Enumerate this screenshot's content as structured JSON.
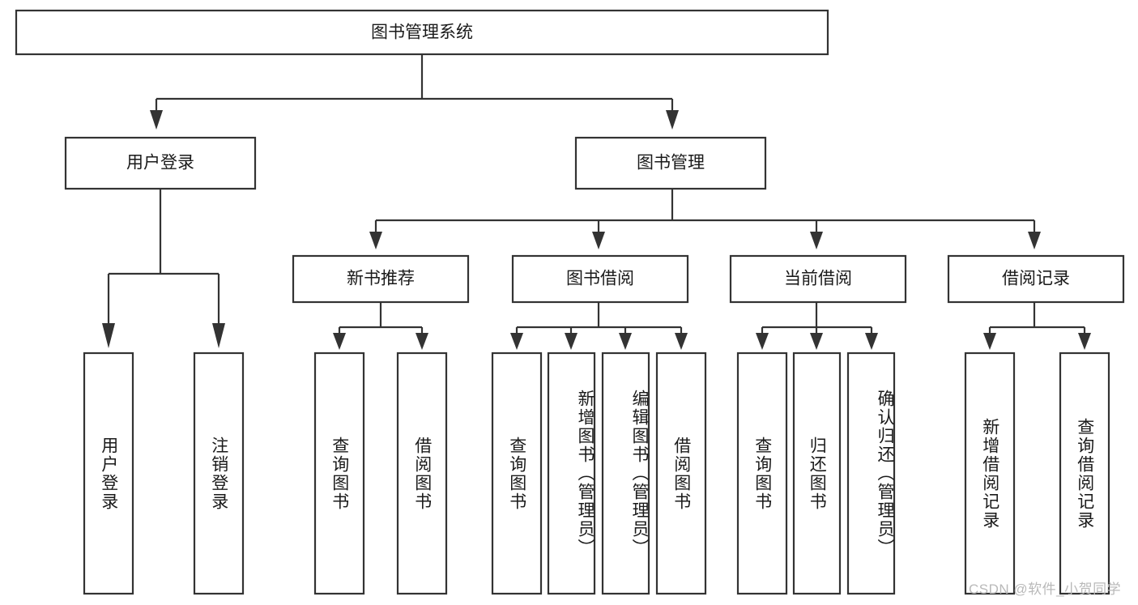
{
  "diagram": {
    "title": "图书管理系统",
    "type": "tree",
    "orientation": "top-down",
    "background_color": "#ffffff",
    "box_stroke_color": "#333333",
    "text_color": "#1a1a1a",
    "levels": [
      {
        "level": 1,
        "nodes": [
          {
            "id": "root",
            "label": "图书管理系统",
            "orientation": "horizontal"
          }
        ]
      },
      {
        "level": 2,
        "nodes": [
          {
            "id": "user-login",
            "label": "用户登录",
            "orientation": "horizontal",
            "parent": "root"
          },
          {
            "id": "book-manage",
            "label": "图书管理",
            "orientation": "horizontal",
            "parent": "root"
          }
        ]
      },
      {
        "level": 3,
        "nodes": [
          {
            "id": "new-book-rec",
            "label": "新书推荐",
            "orientation": "horizontal",
            "parent": "book-manage"
          },
          {
            "id": "book-borrow",
            "label": "图书借阅",
            "orientation": "horizontal",
            "parent": "book-manage"
          },
          {
            "id": "current-borrow",
            "label": "当前借阅",
            "orientation": "horizontal",
            "parent": "book-manage"
          },
          {
            "id": "borrow-record",
            "label": "借阅记录",
            "orientation": "horizontal",
            "parent": "book-manage"
          }
        ]
      },
      {
        "level": 4,
        "nodes": [
          {
            "id": "leaf-user-login",
            "label": "用户登录",
            "orientation": "vertical",
            "parent": "user-login"
          },
          {
            "id": "leaf-logout",
            "label": "注销登录",
            "orientation": "vertical",
            "parent": "user-login"
          },
          {
            "id": "leaf-query-book-1",
            "label": "查询图书",
            "orientation": "vertical",
            "parent": "new-book-rec"
          },
          {
            "id": "leaf-borrow-book-1",
            "label": "借阅图书",
            "orientation": "vertical",
            "parent": "new-book-rec"
          },
          {
            "id": "leaf-query-book-2",
            "label": "查询图书",
            "orientation": "vertical",
            "parent": "book-borrow"
          },
          {
            "id": "leaf-add-book",
            "label": "新增图书（管理员）",
            "orientation": "vertical",
            "parent": "book-borrow"
          },
          {
            "id": "leaf-edit-book",
            "label": "编辑图书（管理员）",
            "orientation": "vertical",
            "parent": "book-borrow"
          },
          {
            "id": "leaf-borrow-book-2",
            "label": "借阅图书",
            "orientation": "vertical",
            "parent": "book-borrow"
          },
          {
            "id": "leaf-query-book-3",
            "label": "查询图书",
            "orientation": "vertical",
            "parent": "current-borrow"
          },
          {
            "id": "leaf-return-book",
            "label": "归还图书",
            "orientation": "vertical",
            "parent": "current-borrow"
          },
          {
            "id": "leaf-confirm-return",
            "label": "确认归还（管理员）",
            "orientation": "vertical",
            "parent": "current-borrow"
          },
          {
            "id": "leaf-add-record",
            "label": "新增借阅记录",
            "orientation": "vertical",
            "parent": "borrow-record"
          },
          {
            "id": "leaf-query-record",
            "label": "查询借阅记录",
            "orientation": "vertical",
            "parent": "borrow-record"
          }
        ]
      }
    ]
  },
  "watermark": {
    "text": "CSDN @软件_小贺同学",
    "color": "#b9b9b9"
  }
}
